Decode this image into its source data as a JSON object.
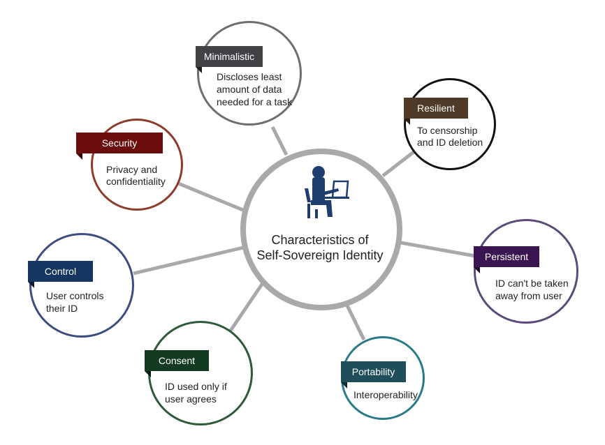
{
  "center": {
    "title_line1": "Characteristics of",
    "title_line2": "Self-Sovereign Identity",
    "icon": "person-at-laptop-icon",
    "icon_color": "#1c3d6e",
    "border_color": "#a8a9ab"
  },
  "connector_color": "#a8a9ab",
  "nodes": [
    {
      "key": "minimalistic",
      "label": "Minimalistic",
      "desc1": "Discloses least",
      "desc2": "amount of data",
      "desc3": "needed for a task",
      "color": "#6d6e71",
      "tag_color": "#404245"
    },
    {
      "key": "resilient",
      "label": "Resilient",
      "desc1": "To censorship",
      "desc2": "and ID deletion",
      "color": "#111111",
      "tag_color": "#4e3a26"
    },
    {
      "key": "security",
      "label": "Security",
      "desc1": "Privacy and",
      "desc2": "confidentiality",
      "color": "#8e3b2e",
      "tag_color": "#6b0d0d"
    },
    {
      "key": "persistent",
      "label": "Persistent",
      "desc1": "ID can't be taken",
      "desc2": "away from user",
      "color": "#5b4a7a",
      "tag_color": "#3b1551"
    },
    {
      "key": "control",
      "label": "Control",
      "desc1": "User controls",
      "desc2": "their ID",
      "color": "#3d4d7e",
      "tag_color": "#153660"
    },
    {
      "key": "consent",
      "label": "Consent",
      "desc1": "ID used only if",
      "desc2": "user agrees",
      "color": "#2e5a3a",
      "tag_color": "#133b22"
    },
    {
      "key": "portability",
      "label": "Portability",
      "desc1": "Interoperability",
      "color": "#2a7b8a",
      "tag_color": "#1f4d5a"
    }
  ]
}
